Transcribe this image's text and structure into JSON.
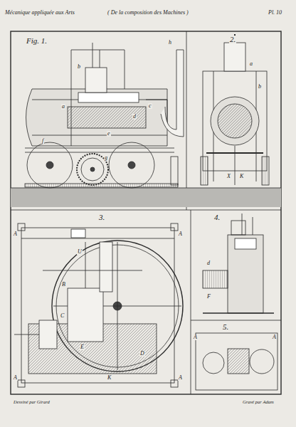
{
  "diagram": {
    "labels": [
      "Mécanique appliquée aux Arts",
      "( De la composition des Machines )",
      "Pl. 10",
      "Fig. 1.",
      "2.",
      "3.",
      "4.",
      "5.",
      "Dessiné par Girard",
      "Gravé par Adam",
      "A",
      "A",
      "A",
      "A",
      "A",
      "A",
      "a",
      "b",
      "c",
      "d",
      "e",
      "f",
      "g",
      "h",
      "B",
      "C",
      "D",
      "K",
      "U",
      "E",
      "X",
      "K",
      "a",
      "b",
      "d",
      "F"
    ]
  }
}
